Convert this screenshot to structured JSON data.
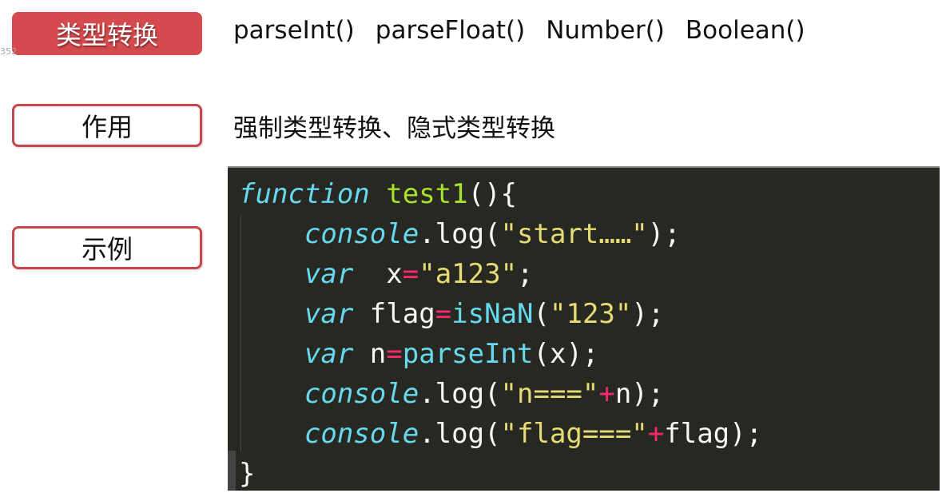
{
  "labels": {
    "type_conversion": "类型转换",
    "purpose": "作用",
    "example": "示例"
  },
  "fragment": "352",
  "functions": [
    "parseInt()",
    "parseFloat()",
    "Number()",
    "Boolean()"
  ],
  "purpose_text": "强制类型转换、隐式类型转换",
  "code": {
    "l1": {
      "kw": "function",
      "name": "test1",
      "rest": "(){"
    },
    "l2": {
      "obj": "console",
      "mid": ".log(",
      "str": "\"start……\"",
      "end": ");"
    },
    "l3": {
      "kw": "var",
      "var": "  x",
      "op": "=",
      "str": "\"a123\"",
      "end": ";"
    },
    "l4": {
      "kw": "var",
      "var": " flag",
      "op": "=",
      "fn": "isNaN",
      "p": "(",
      "str": "\"123\"",
      "end": ");"
    },
    "l5": {
      "kw": "var",
      "var": " n",
      "op": "=",
      "fn": "parseInt",
      "end": "(x);"
    },
    "l6": {
      "obj": "console",
      "mid": ".log(",
      "str": "\"n===\"",
      "op": "+",
      "end": "n);"
    },
    "l7": {
      "obj": "console",
      "mid": ".log(",
      "str": "\"flag===\"",
      "op": "+",
      "end": "flag);"
    },
    "l8": "}"
  },
  "colors": {
    "accent": "#d44a4e",
    "code_bg": "#272822",
    "keyword": "#66d9ef",
    "function": "#a6e22e",
    "string": "#e6db74",
    "operator": "#f92672"
  }
}
